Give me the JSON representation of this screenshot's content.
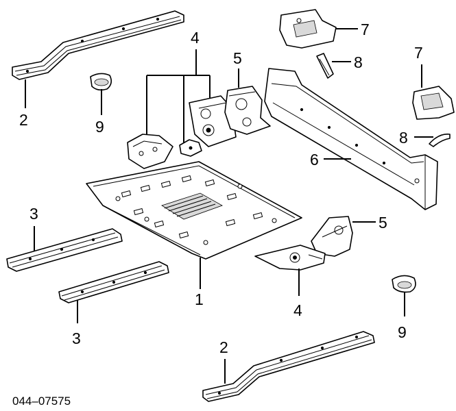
{
  "diagram": {
    "code": "044–07575",
    "callouts": {
      "rail_top_left": "2",
      "rail_bottom": "2",
      "cross_upper": "3",
      "cross_lower": "3",
      "brackets_top": "4",
      "bracket_bottom": "4",
      "reinf_top": "5",
      "reinf_bottom": "5",
      "rocker": "6",
      "ext_top": "7",
      "ext_right": "7",
      "clip_top": "8",
      "clip_right": "8",
      "plug_top": "9",
      "plug_bottom": "9",
      "floor_pan": "1"
    }
  }
}
